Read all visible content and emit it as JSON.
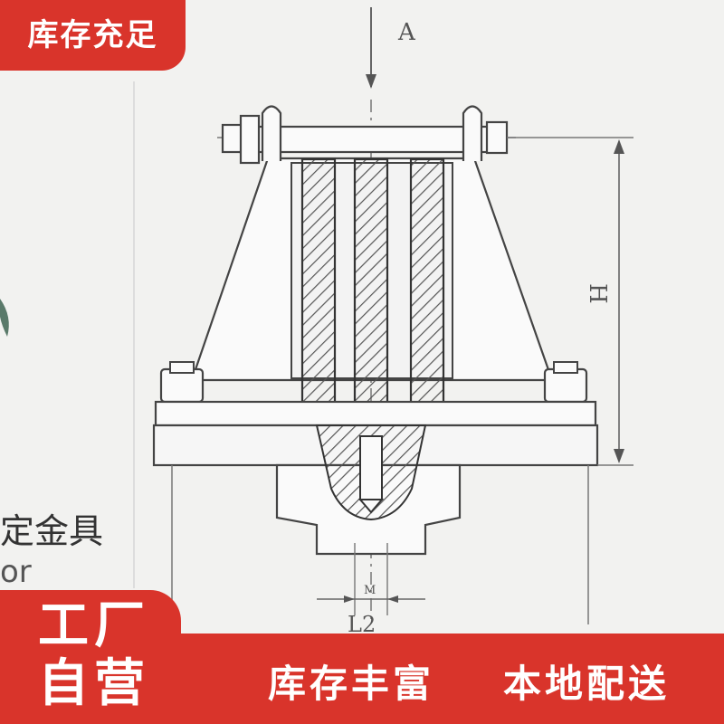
{
  "banner_top": "库存充足",
  "banner_bottom_left": [
    "工厂",
    "自营"
  ],
  "banner_bottom_right": [
    "库存丰富",
    "本地配送"
  ],
  "side_text": {
    "line1": "定金具",
    "line2": "or"
  },
  "labels": {
    "view": "A",
    "height": "H",
    "bolt": "M",
    "width": "L2"
  }
}
